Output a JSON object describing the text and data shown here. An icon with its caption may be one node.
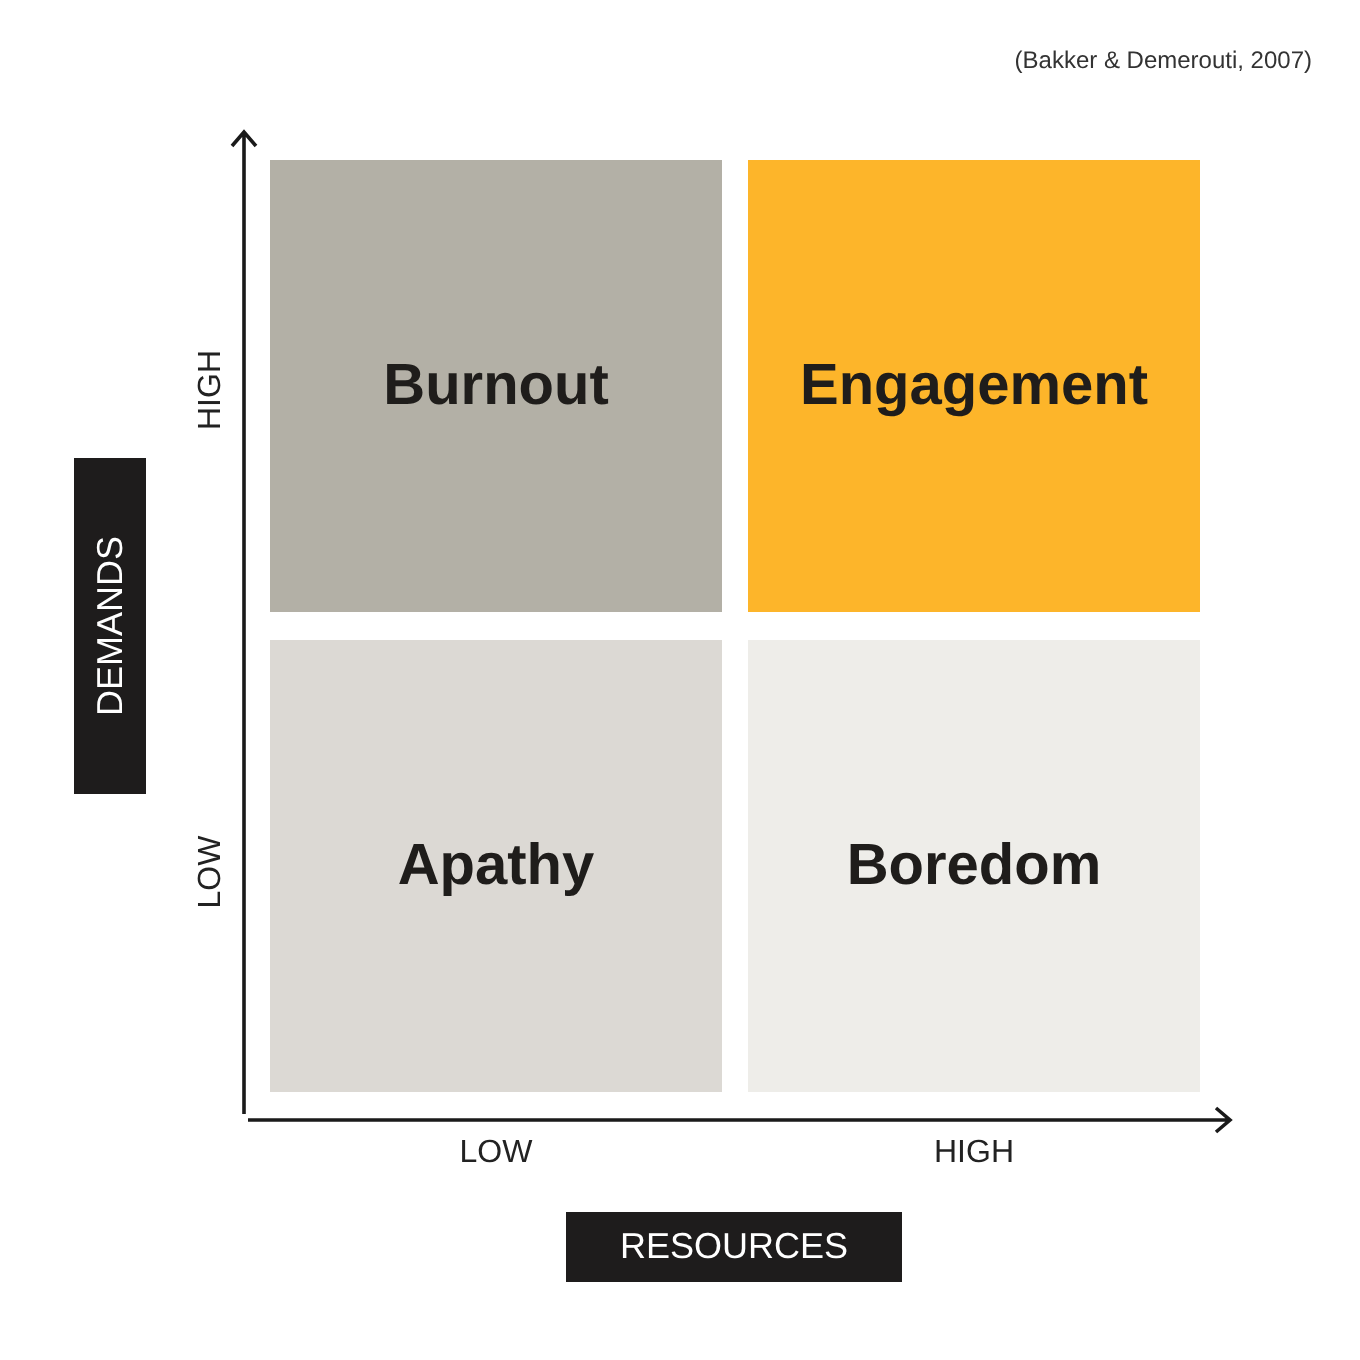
{
  "diagram": {
    "nodes": [
      {
        "text": [
          "Burnout"
        ]
      },
      {
        "text": [
          "Engagement"
        ]
      },
      {
        "text": [
          "DEMANDS"
        ]
      },
      {
        "text": [
          "Apathy"
        ]
      },
      {
        "text": [
          "Boredom"
        ]
      },
      {
        "text": [
          "RESOURCES"
        ]
      }
    ],
    "edges": [],
    "labels": [
      "(Bakker & Demerouti, 2007)",
      "HIGH",
      "LOW",
      "LOW",
      "HIGH"
    ]
  }
}
